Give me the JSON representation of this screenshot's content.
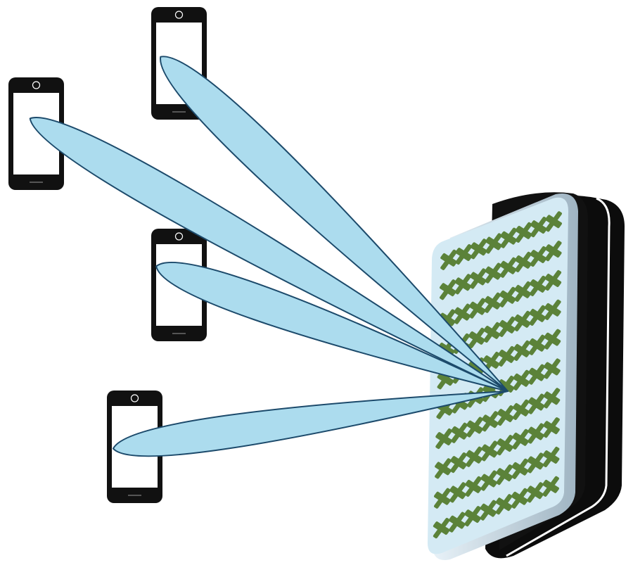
{
  "colors": {
    "beam_fill": "#acdcee",
    "beam_stroke": "#1c4a6b",
    "element_fill": "#5b8239",
    "panel_face": "#d4eaf4",
    "panel_back": "#0c0c0c",
    "phone_body": "#111111",
    "phone_screen": "#ffffff"
  },
  "array": {
    "rows": 10,
    "cols": 8,
    "element_icon": "cross-dipole-icon"
  },
  "phones": [
    {
      "id": "phone-top",
      "icon": "smartphone-icon"
    },
    {
      "id": "phone-upper-left",
      "icon": "smartphone-icon"
    },
    {
      "id": "phone-middle",
      "icon": "smartphone-icon"
    },
    {
      "id": "phone-bottom",
      "icon": "smartphone-icon"
    }
  ],
  "beams": [
    {
      "id": "beam-to-phone-top"
    },
    {
      "id": "beam-to-phone-upper-left"
    },
    {
      "id": "beam-to-phone-middle"
    },
    {
      "id": "beam-to-phone-bottom"
    }
  ]
}
